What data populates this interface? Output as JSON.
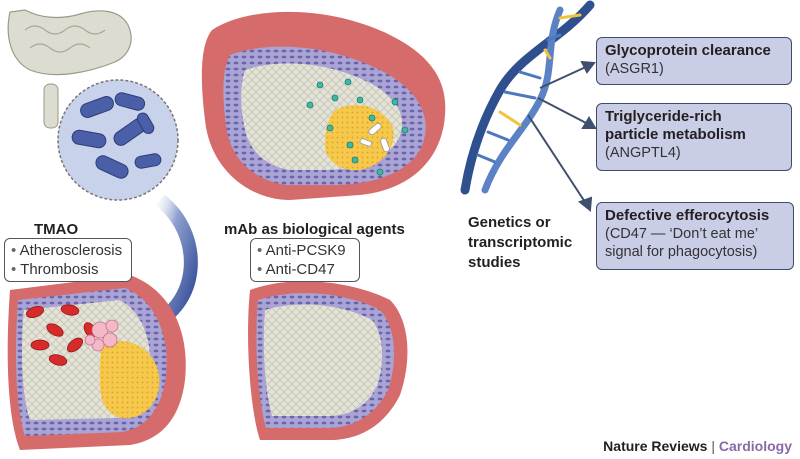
{
  "gut": {
    "label": "TMAO",
    "effects": [
      "Atherosclerosis",
      "Thrombosis"
    ]
  },
  "mab": {
    "label": "mAb as biological agents",
    "agents": [
      "Anti-PCSK9",
      "Anti-CD47"
    ]
  },
  "genetics": {
    "label_lines": [
      "Genetics or",
      "transcriptomic",
      "studies"
    ]
  },
  "pathways": [
    {
      "title_lines": [
        "Glycoprotein clearance"
      ],
      "sub_lines": [
        "(ASGR1)"
      ]
    },
    {
      "title_lines": [
        "Triglyceride-rich",
        "particle metabolism"
      ],
      "sub_lines": [
        "(ANGPTL4)"
      ]
    },
    {
      "title_lines": [
        "Defective efferocytosis"
      ],
      "sub_lines": [
        "(CD47 — ‘Don’t eat me’",
        "signal for phagocytosis)"
      ]
    }
  ],
  "credit": {
    "journal": "Nature Reviews",
    "separator": "|",
    "subject": "Cardiology"
  },
  "colors": {
    "box_fill": "#c9cde6",
    "box_border": "#3f4a6e",
    "arrow": "#3f4f6e",
    "vessel_red": "#d66b6b",
    "lumen": "#d9d9cc",
    "plaque": "#f5c84a",
    "dna": "#2f4f8f",
    "rbc": "#d62b2b",
    "bacteria": "#4a5fa8"
  }
}
